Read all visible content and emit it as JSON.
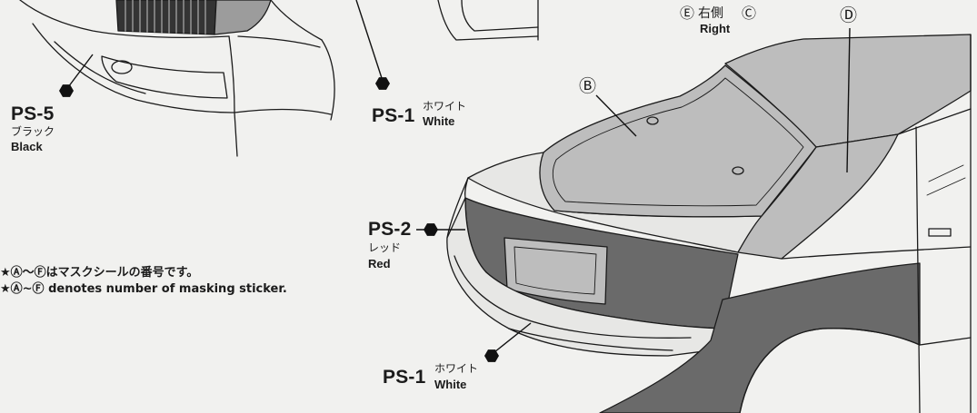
{
  "paint_callouts": {
    "ps5": {
      "code": "PS-5",
      "name_jp": "ブラック",
      "name_en": "Black"
    },
    "ps1_top": {
      "code": "PS-1",
      "name_jp": "ホワイト",
      "name_en": "White"
    },
    "ps2": {
      "code": "PS-2",
      "name_jp": "レッド",
      "name_en": "Red"
    },
    "ps1_bottom": {
      "code": "PS-1",
      "name_jp": "ホワイト",
      "name_en": "White"
    }
  },
  "sticker_labels": {
    "right_side": {
      "mark_left": "Ⓔ",
      "side_jp": "右側",
      "mark_right": "Ⓒ",
      "side_en": "Right"
    },
    "rear_window": "Ⓑ",
    "roof": "Ⓓ"
  },
  "note": {
    "jp": "★Ⓐ～Ⓕはマスクシールの番号です。",
    "en": "★Ⓐ~Ⓕ denotes number of masking sticker."
  },
  "icons": {
    "paint_marker": "hexagon-marker-icon"
  },
  "colors": {
    "paper": "#f1f1ef",
    "ink": "#1b1b1b",
    "masked_area": "#bdbdbd",
    "dark_area": "#6a6a6a"
  }
}
